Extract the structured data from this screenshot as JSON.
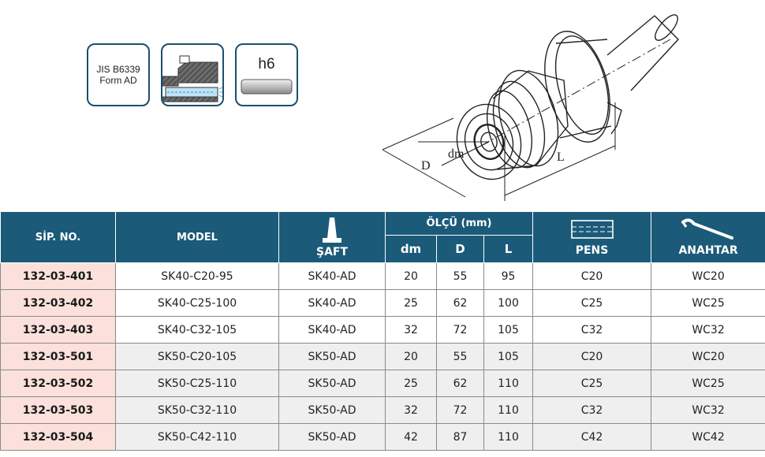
{
  "badges": {
    "jis_line1": "JIS B6339",
    "jis_line2": "Form AD",
    "tolerance": "h6"
  },
  "drawing": {
    "label_d_small": "dm",
    "label_d_large": "D",
    "label_length": "L"
  },
  "table": {
    "headers": {
      "code": "SİP. NO.",
      "model": "MODEL",
      "shaft": "ŞAFT",
      "dimensions": "ÖLÇÜ (mm)",
      "dm": "dm",
      "d": "D",
      "l": "L",
      "collet": "PENS",
      "wrench": "ANAHTAR"
    },
    "rows": [
      {
        "code": "132-03-401",
        "model": "SK40-C20-95",
        "shaft": "SK40-AD",
        "dm": "20",
        "d": "55",
        "l": "95",
        "collet": "C20",
        "wrench": "WC20"
      },
      {
        "code": "132-03-402",
        "model": "SK40-C25-100",
        "shaft": "SK40-AD",
        "dm": "25",
        "d": "62",
        "l": "100",
        "collet": "C25",
        "wrench": "WC25"
      },
      {
        "code": "132-03-403",
        "model": "SK40-C32-105",
        "shaft": "SK40-AD",
        "dm": "32",
        "d": "72",
        "l": "105",
        "collet": "C32",
        "wrench": "WC32"
      },
      {
        "code": "132-03-501",
        "model": "SK50-C20-105",
        "shaft": "SK50-AD",
        "dm": "20",
        "d": "55",
        "l": "105",
        "collet": "C20",
        "wrench": "WC20"
      },
      {
        "code": "132-03-502",
        "model": "SK50-C25-110",
        "shaft": "SK50-AD",
        "dm": "25",
        "d": "62",
        "l": "110",
        "collet": "C25",
        "wrench": "WC25"
      },
      {
        "code": "132-03-503",
        "model": "SK50-C32-110",
        "shaft": "SK50-AD",
        "dm": "32",
        "d": "72",
        "l": "110",
        "collet": "C32",
        "wrench": "WC32"
      },
      {
        "code": "132-03-504",
        "model": "SK50-C42-110",
        "shaft": "SK50-AD",
        "dm": "42",
        "d": "87",
        "l": "110",
        "collet": "C42",
        "wrench": "WC42"
      }
    ]
  }
}
